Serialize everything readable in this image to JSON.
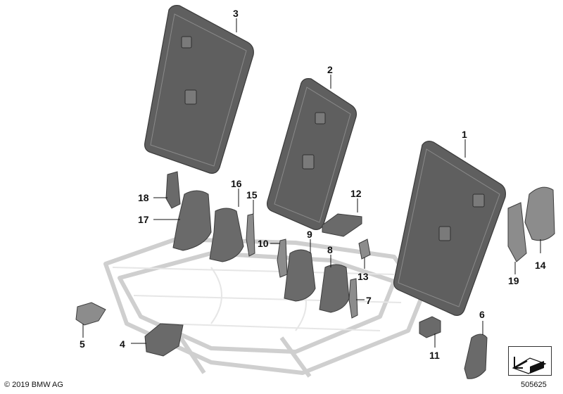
{
  "diagram": {
    "callouts": [
      "1",
      "2",
      "3",
      "4",
      "5",
      "6",
      "7",
      "8",
      "9",
      "10",
      "11",
      "12",
      "13",
      "14",
      "15",
      "16",
      "17",
      "18",
      "19"
    ]
  },
  "footer": {
    "copyright": "© 2019 BMW AG",
    "reference": "505625"
  },
  "colors": {
    "part_fill": "#5f5f5f",
    "frame_ghost": "#cfcfcf",
    "text": "#111111"
  }
}
